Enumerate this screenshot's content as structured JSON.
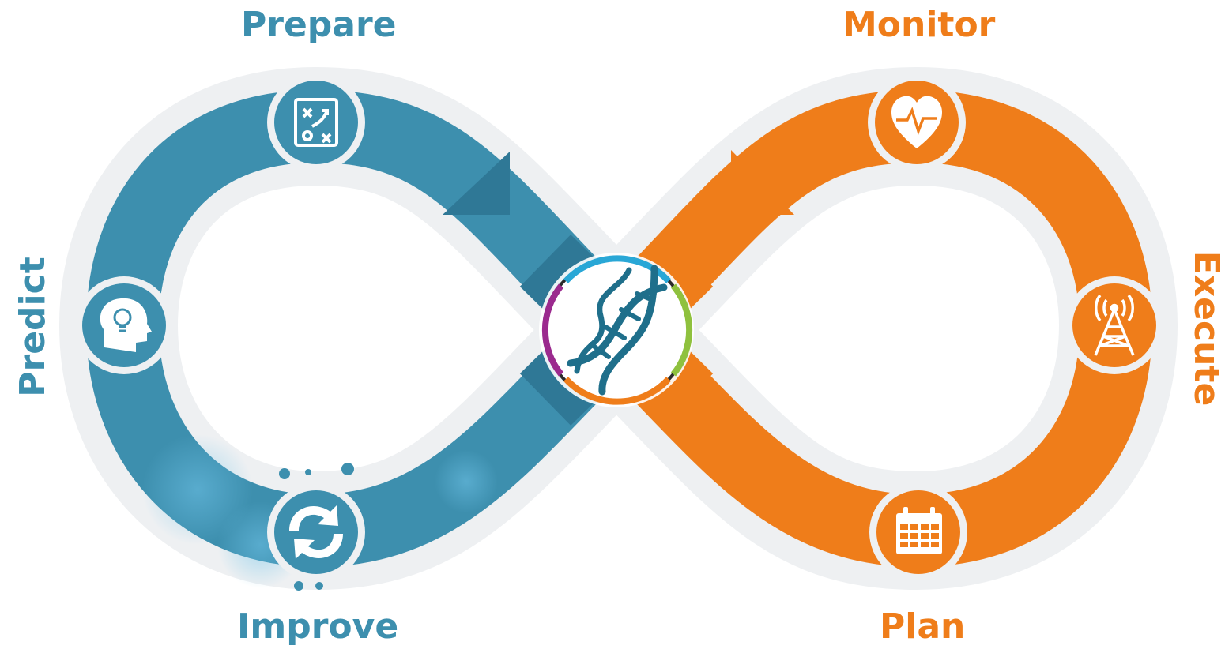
{
  "diagram": {
    "stages": {
      "prepare": "Prepare",
      "predict": "Predict",
      "improve": "Improve",
      "monitor": "Monitor",
      "execute": "Execute",
      "plan": "Plan"
    },
    "icons": {
      "prepare": "strategy-board-icon",
      "predict": "head-lightbulb-icon",
      "improve": "refresh-cycle-icon",
      "monitor": "heart-pulse-icon",
      "execute": "radio-tower-icon",
      "plan": "calendar-icon",
      "center": "dna-icon"
    },
    "colors": {
      "blue": "#3d8fae",
      "blue_dark": "#2f7896",
      "orange": "#ef7d1a",
      "track": "#eef0f2",
      "ring_segments": [
        "#29a7d6",
        "#8fc13e",
        "#ef7d1a",
        "#9b2a8e"
      ]
    }
  }
}
